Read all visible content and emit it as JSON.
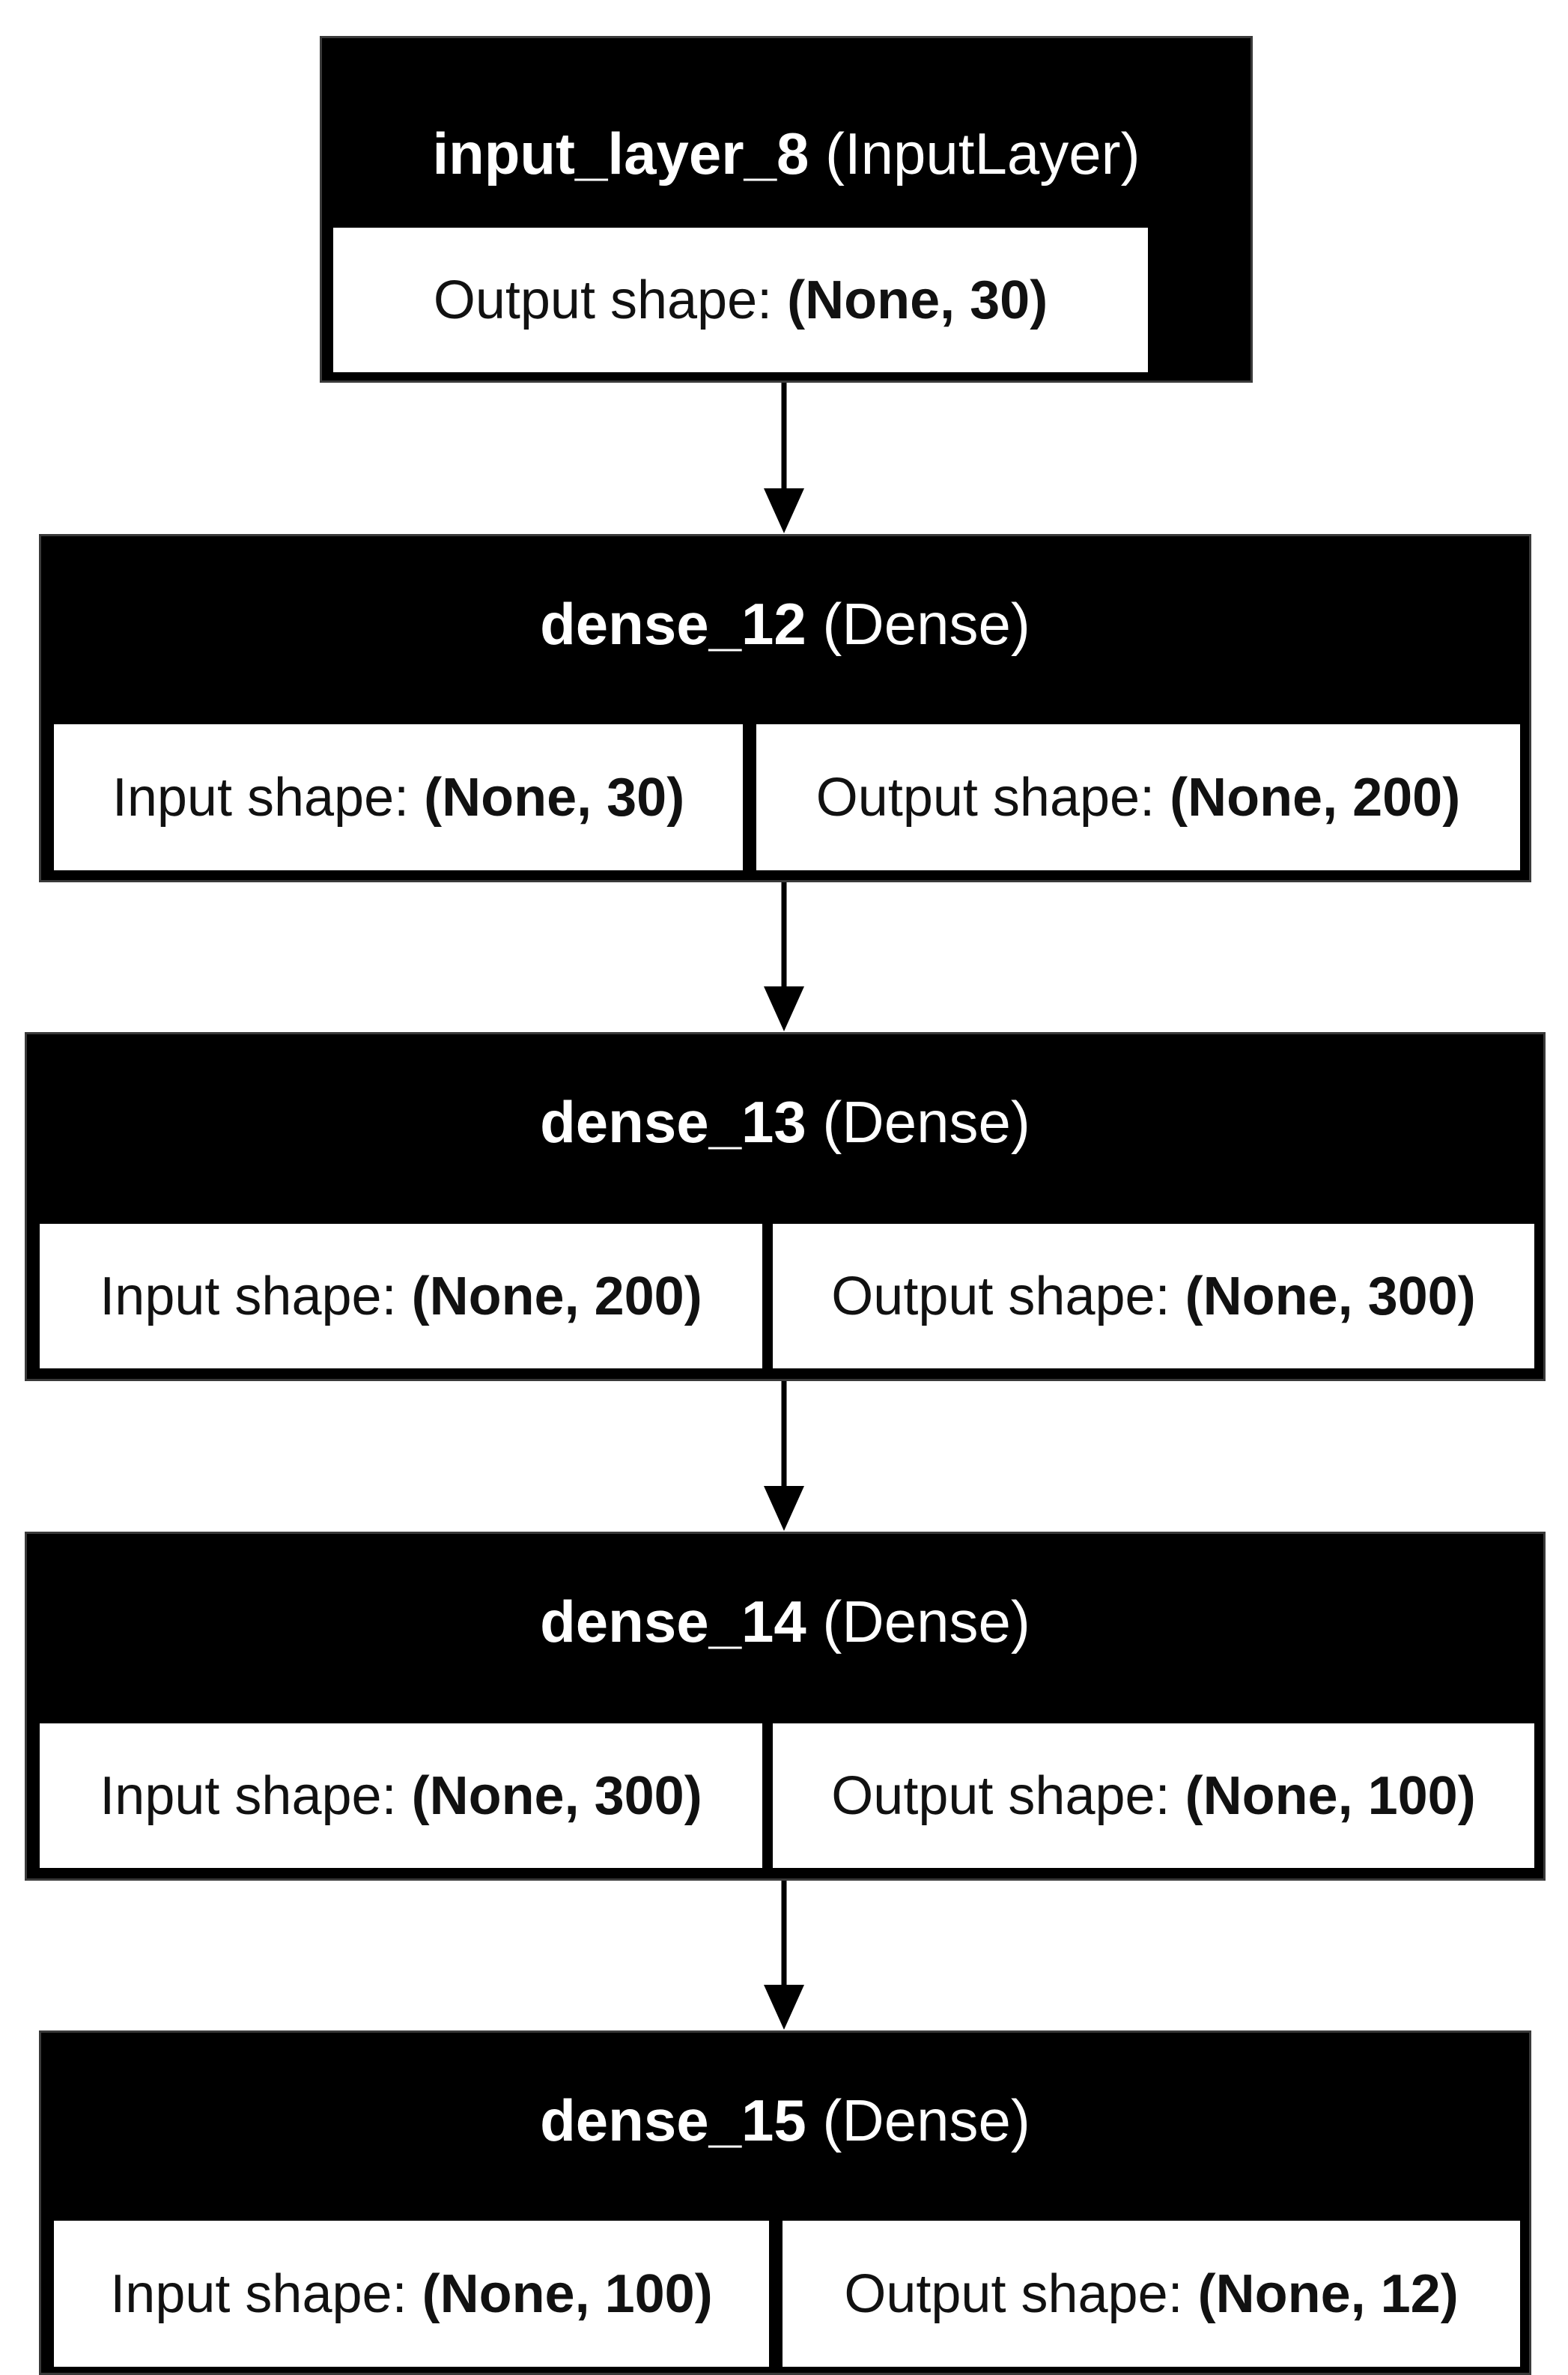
{
  "layers": [
    {
      "name": "input_layer_8",
      "type": "(InputLayer)",
      "output_label": "Output shape:",
      "output_value": "(None, 30)"
    },
    {
      "name": "dense_12",
      "type": "(Dense)",
      "input_label": "Input shape:",
      "input_value": "(None, 30)",
      "output_label": "Output shape:",
      "output_value": "(None, 200)"
    },
    {
      "name": "dense_13",
      "type": "(Dense)",
      "input_label": "Input shape:",
      "input_value": "(None, 200)",
      "output_label": "Output shape:",
      "output_value": "(None, 300)"
    },
    {
      "name": "dense_14",
      "type": "(Dense)",
      "input_label": "Input shape:",
      "input_value": "(None, 300)",
      "output_label": "Output shape:",
      "output_value": "(None, 100)"
    },
    {
      "name": "dense_15",
      "type": "(Dense)",
      "input_label": "Input shape:",
      "input_value": "(None, 100)",
      "output_label": "Output shape:",
      "output_value": "(None, 12)"
    }
  ],
  "colors": {
    "box": "#000000",
    "cell": "#ffffff",
    "title_text": "#ffffff",
    "arrow": "#000000"
  }
}
